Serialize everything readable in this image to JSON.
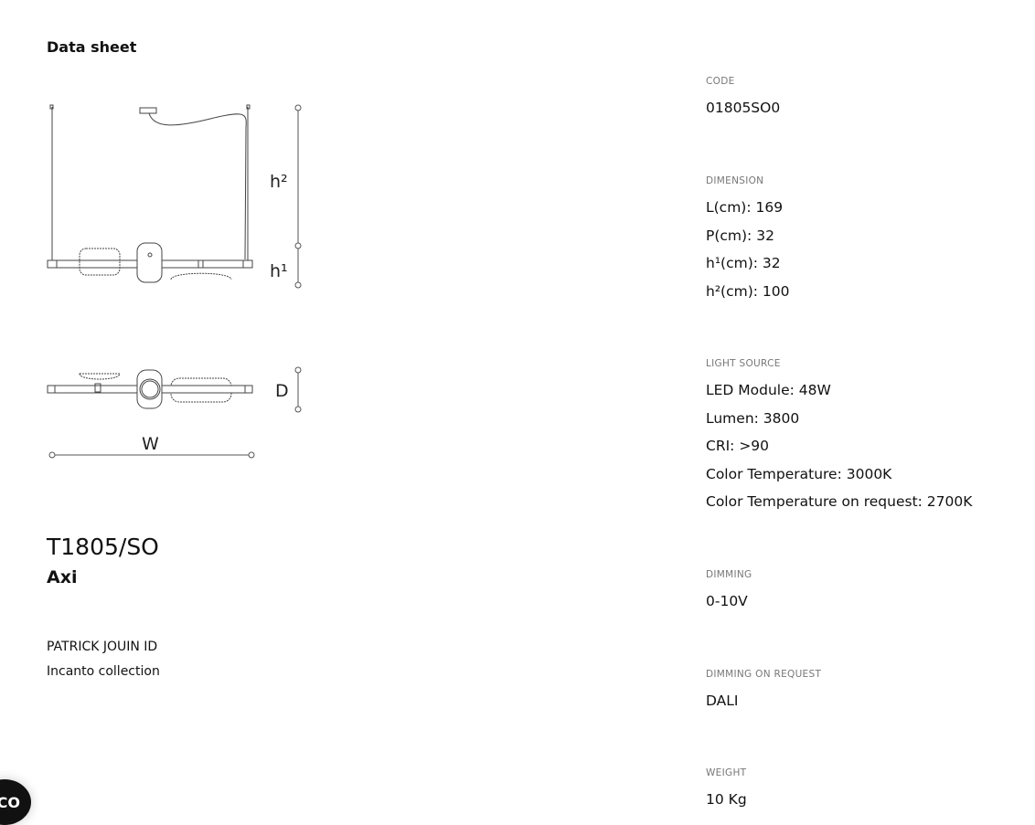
{
  "header": {
    "title": "Data sheet"
  },
  "drawing": {
    "h2": "h²",
    "h1": "h¹",
    "d": "D",
    "w": "W"
  },
  "product": {
    "model": "T1805/SO",
    "name": "Axi",
    "designer": "PATRICK JOUIN ID",
    "collection": "Incanto collection"
  },
  "specs": [
    {
      "label": "CODE",
      "values": [
        "01805SO0"
      ]
    },
    {
      "label": "DIMENSION",
      "values": [
        "L(cm): 169",
        "P(cm): 32",
        "h¹(cm): 32",
        "h²(cm): 100"
      ]
    },
    {
      "label": "LIGHT SOURCE",
      "values": [
        "LED Module: 48W",
        "Lumen: 3800",
        "CRI: >90",
        "Color Temperature: 3000K",
        "Color Temperature on request: 2700K"
      ]
    },
    {
      "label": "DIMMING",
      "values": [
        "0-10V"
      ]
    },
    {
      "label": "DIMMING ON REQUEST",
      "values": [
        "DALI"
      ]
    },
    {
      "label": "WEIGHT",
      "values": [
        "10 Kg"
      ]
    }
  ],
  "badge": {
    "text": "CO"
  }
}
